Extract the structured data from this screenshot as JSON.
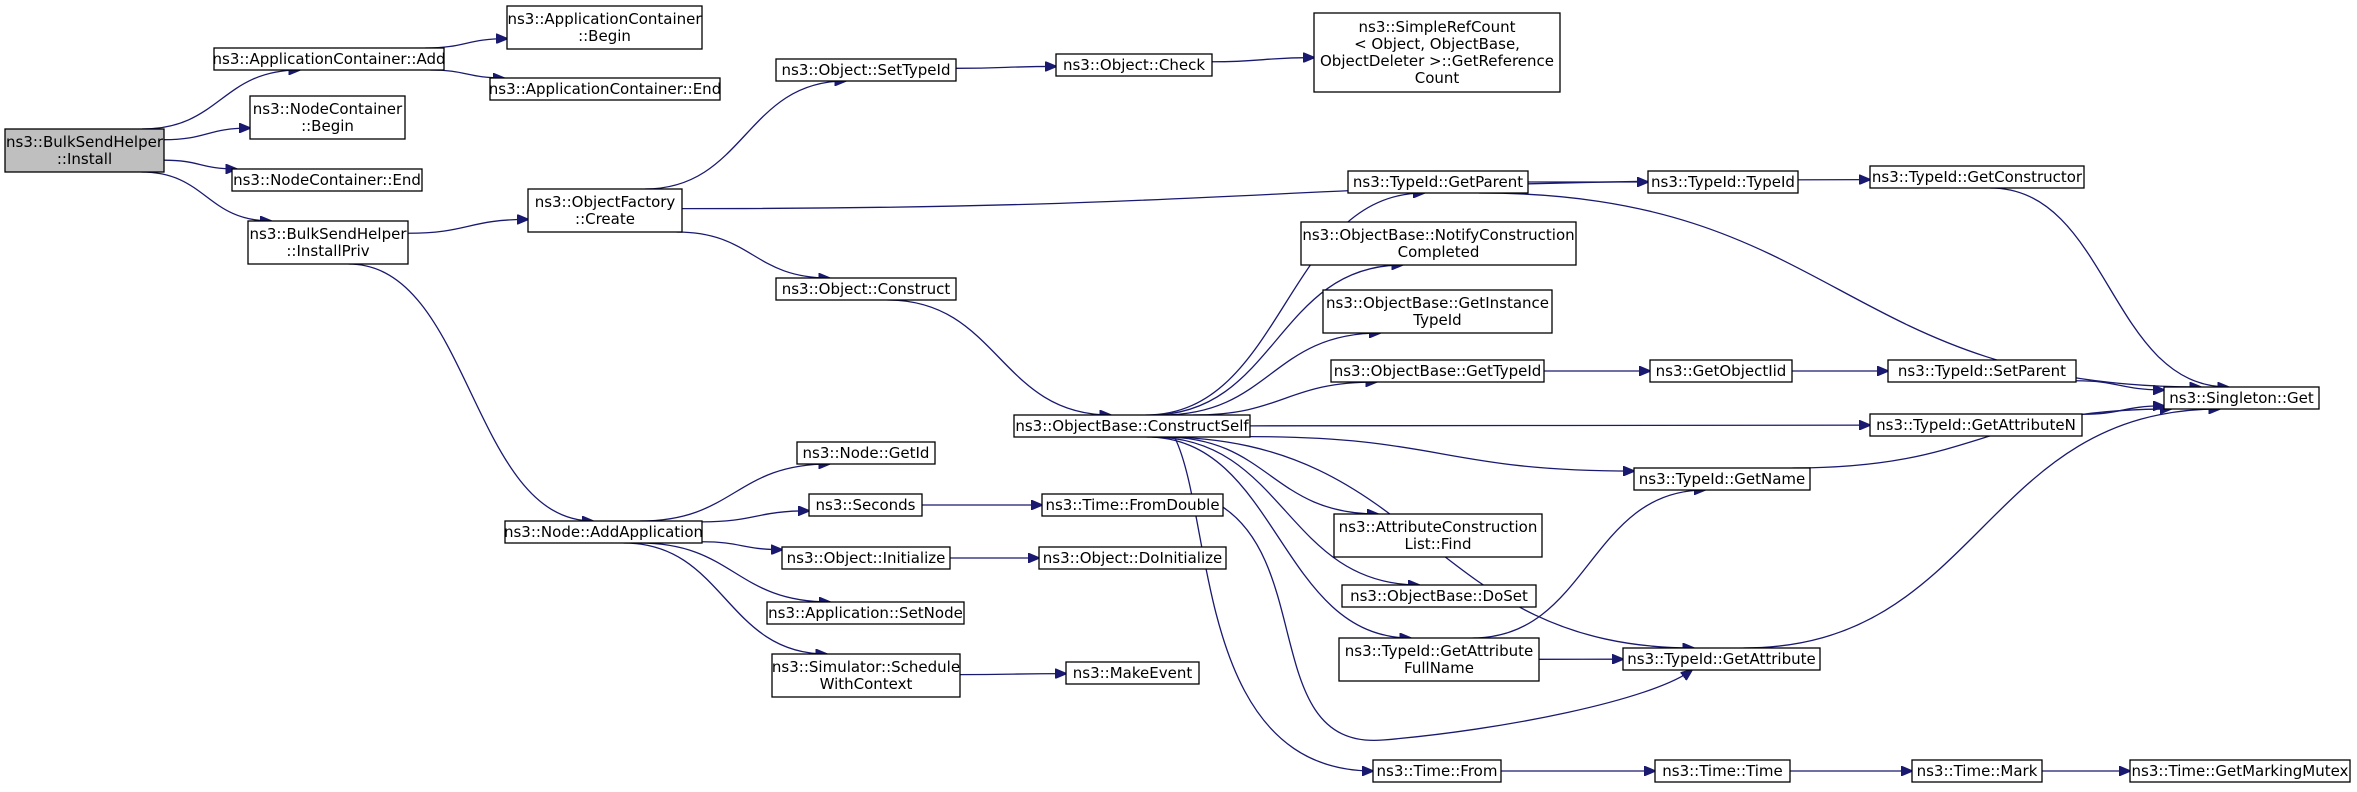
{
  "diagram": {
    "nodes": [
      {
        "id": "install",
        "lines": [
          "ns3::BulkSendHelper",
          "::Install"
        ],
        "root": true
      },
      {
        "id": "app_add",
        "lines": [
          "ns3::ApplicationContainer::Add"
        ]
      },
      {
        "id": "app_begin",
        "lines": [
          "ns3::ApplicationContainer",
          "::Begin"
        ]
      },
      {
        "id": "app_end",
        "lines": [
          "ns3::ApplicationContainer::End"
        ]
      },
      {
        "id": "nc_begin",
        "lines": [
          "ns3::NodeContainer",
          "::Begin"
        ]
      },
      {
        "id": "nc_end",
        "lines": [
          "ns3::NodeContainer::End"
        ]
      },
      {
        "id": "install_priv",
        "lines": [
          "ns3::BulkSendHelper",
          "::InstallPriv"
        ]
      },
      {
        "id": "of_create",
        "lines": [
          "ns3::ObjectFactory",
          "::Create"
        ]
      },
      {
        "id": "obj_settypeid",
        "lines": [
          "ns3::Object::SetTypeId"
        ]
      },
      {
        "id": "obj_check",
        "lines": [
          "ns3::Object::Check"
        ]
      },
      {
        "id": "refcount",
        "lines": [
          "ns3::SimpleRefCount",
          "< Object, ObjectBase,",
          "ObjectDeleter >::GetReference",
          "Count"
        ]
      },
      {
        "id": "obj_construct",
        "lines": [
          "ns3::Object::Construct"
        ]
      },
      {
        "id": "ob_constructself",
        "lines": [
          "ns3::ObjectBase::ConstructSelf"
        ]
      },
      {
        "id": "tid_getparent",
        "lines": [
          "ns3::TypeId::GetParent"
        ]
      },
      {
        "id": "tid_typeid",
        "lines": [
          "ns3::TypeId::TypeId"
        ]
      },
      {
        "id": "tid_getconstructor",
        "lines": [
          "ns3::TypeId::GetConstructor"
        ]
      },
      {
        "id": "ob_notify",
        "lines": [
          "ns3::ObjectBase::NotifyConstruction",
          "Completed"
        ]
      },
      {
        "id": "ob_getinstance",
        "lines": [
          "ns3::ObjectBase::GetInstance",
          "TypeId"
        ]
      },
      {
        "id": "ob_gettypeid",
        "lines": [
          "ns3::ObjectBase::GetTypeId"
        ]
      },
      {
        "id": "getobjectiid",
        "lines": [
          "ns3::GetObjectIid"
        ]
      },
      {
        "id": "tid_setparent",
        "lines": [
          "ns3::TypeId::SetParent"
        ]
      },
      {
        "id": "singleton_get",
        "lines": [
          "ns3::Singleton::Get"
        ]
      },
      {
        "id": "tid_getattrn",
        "lines": [
          "ns3::TypeId::GetAttributeN"
        ]
      },
      {
        "id": "tid_getname",
        "lines": [
          "ns3::TypeId::GetName"
        ]
      },
      {
        "id": "acl_find",
        "lines": [
          "ns3::AttributeConstruction",
          "List::Find"
        ]
      },
      {
        "id": "ob_doset",
        "lines": [
          "ns3::ObjectBase::DoSet"
        ]
      },
      {
        "id": "tid_getattrfull",
        "lines": [
          "ns3::TypeId::GetAttribute",
          "FullName"
        ]
      },
      {
        "id": "tid_getattr",
        "lines": [
          "ns3::TypeId::GetAttribute"
        ]
      },
      {
        "id": "node_getid",
        "lines": [
          "ns3::Node::GetId"
        ]
      },
      {
        "id": "seconds",
        "lines": [
          "ns3::Seconds"
        ]
      },
      {
        "id": "time_fromdouble",
        "lines": [
          "ns3::Time::FromDouble"
        ]
      },
      {
        "id": "node_addapp",
        "lines": [
          "ns3::Node::AddApplication"
        ]
      },
      {
        "id": "obj_initialize",
        "lines": [
          "ns3::Object::Initialize"
        ]
      },
      {
        "id": "obj_doinitialize",
        "lines": [
          "ns3::Object::DoInitialize"
        ]
      },
      {
        "id": "app_setnode",
        "lines": [
          "ns3::Application::SetNode"
        ]
      },
      {
        "id": "sim_schedule",
        "lines": [
          "ns3::Simulator::Schedule",
          "WithContext"
        ]
      },
      {
        "id": "makeevent",
        "lines": [
          "ns3::MakeEvent"
        ]
      },
      {
        "id": "time_from",
        "lines": [
          "ns3::Time::From"
        ]
      },
      {
        "id": "time_time",
        "lines": [
          "ns3::Time::Time"
        ]
      },
      {
        "id": "time_mark",
        "lines": [
          "ns3::Time::Mark"
        ]
      },
      {
        "id": "time_getmutex",
        "lines": [
          "ns3::Time::GetMarkingMutex"
        ]
      }
    ],
    "edges": [
      [
        "install",
        "app_add"
      ],
      [
        "install",
        "nc_begin"
      ],
      [
        "install",
        "nc_end"
      ],
      [
        "install",
        "install_priv"
      ],
      [
        "app_add",
        "app_begin"
      ],
      [
        "app_add",
        "app_end"
      ],
      [
        "install_priv",
        "of_create"
      ],
      [
        "install_priv",
        "node_addapp"
      ],
      [
        "of_create",
        "obj_settypeid"
      ],
      [
        "of_create",
        "tid_getconstructor"
      ],
      [
        "of_create",
        "obj_construct"
      ],
      [
        "obj_settypeid",
        "obj_check"
      ],
      [
        "obj_check",
        "refcount"
      ],
      [
        "obj_construct",
        "ob_constructself"
      ],
      [
        "ob_constructself",
        "tid_getparent"
      ],
      [
        "ob_constructself",
        "ob_notify"
      ],
      [
        "ob_constructself",
        "ob_getinstance"
      ],
      [
        "ob_constructself",
        "ob_gettypeid"
      ],
      [
        "ob_constructself",
        "tid_getattrn"
      ],
      [
        "ob_constructself",
        "tid_getname"
      ],
      [
        "ob_constructself",
        "acl_find"
      ],
      [
        "ob_constructself",
        "ob_doset"
      ],
      [
        "ob_constructself",
        "tid_getattrfull"
      ],
      [
        "ob_constructself",
        "tid_getattr"
      ],
      [
        "ob_constructself",
        "time_from"
      ],
      [
        "tid_getparent",
        "tid_typeid"
      ],
      [
        "tid_getparent",
        "singleton_get"
      ],
      [
        "tid_getconstructor",
        "singleton_get"
      ],
      [
        "ob_gettypeid",
        "getobjectiid"
      ],
      [
        "getobjectiid",
        "tid_setparent"
      ],
      [
        "tid_setparent",
        "singleton_get"
      ],
      [
        "tid_getattrn",
        "singleton_get"
      ],
      [
        "tid_getname",
        "singleton_get"
      ],
      [
        "tid_getattr",
        "singleton_get"
      ],
      [
        "tid_getattrfull",
        "tid_getname"
      ],
      [
        "tid_getattrfull",
        "tid_getattr"
      ],
      [
        "node_addapp",
        "node_getid"
      ],
      [
        "node_addapp",
        "seconds"
      ],
      [
        "node_addapp",
        "obj_initialize"
      ],
      [
        "node_addapp",
        "app_setnode"
      ],
      [
        "node_addapp",
        "sim_schedule"
      ],
      [
        "seconds",
        "time_fromdouble"
      ],
      [
        "time_fromdouble",
        "tid_getattr"
      ],
      [
        "obj_initialize",
        "obj_doinitialize"
      ],
      [
        "sim_schedule",
        "makeevent"
      ],
      [
        "time_from",
        "time_time"
      ],
      [
        "time_time",
        "time_mark"
      ],
      [
        "time_mark",
        "time_getmutex"
      ]
    ]
  }
}
